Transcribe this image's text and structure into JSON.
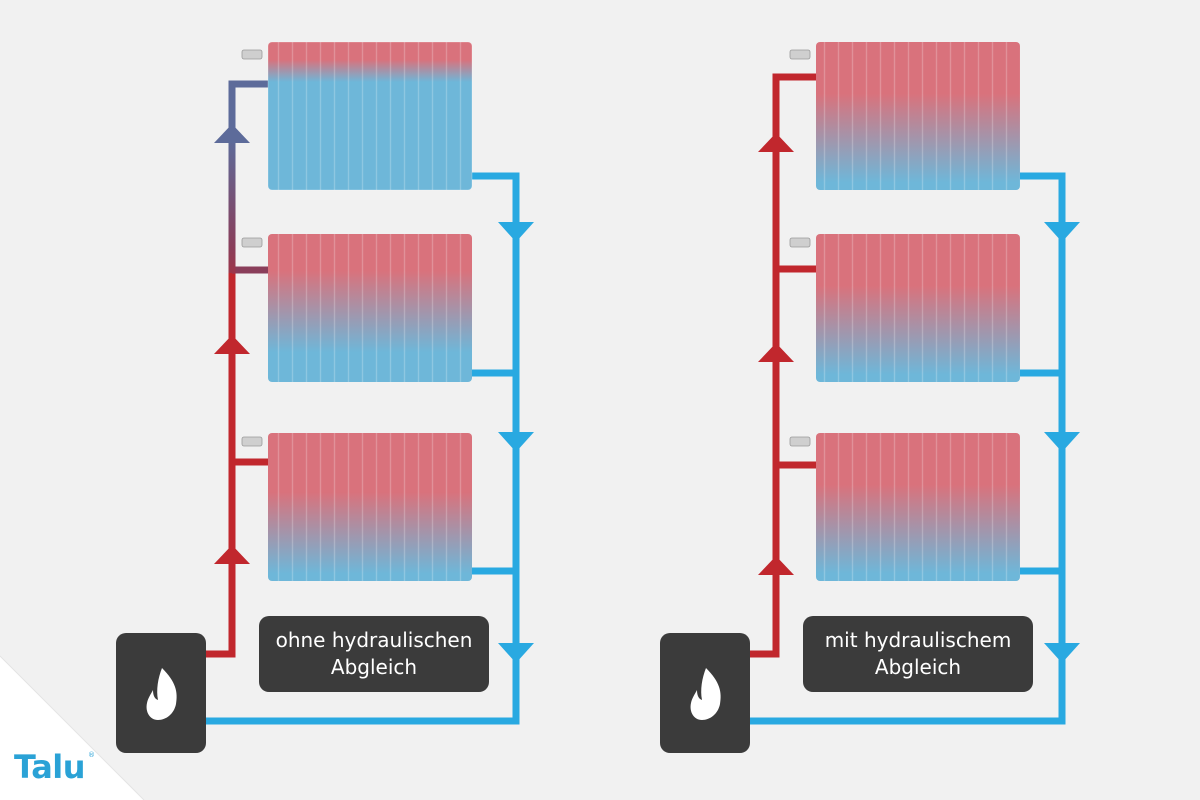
{
  "colors": {
    "hot": "#c1272d",
    "cold": "#29a9e1",
    "radiator_hot": "#d9727c",
    "radiator_cold": "#6eb7d9",
    "boiler": "#3b3b3b",
    "mixed": "#5d6b9a",
    "brand": "#2aa2d6"
  },
  "systems": [
    {
      "id": "left",
      "label_line1": "ohne hydraulischen",
      "label_line2": "Abgleich",
      "boiler_icon": "flame-icon"
    },
    {
      "id": "right",
      "label_line1": "mit hydraulischem",
      "label_line2": "Abgleich",
      "boiler_icon": "flame-icon"
    }
  ],
  "logo": {
    "text": "Talu",
    "mark": "®"
  }
}
